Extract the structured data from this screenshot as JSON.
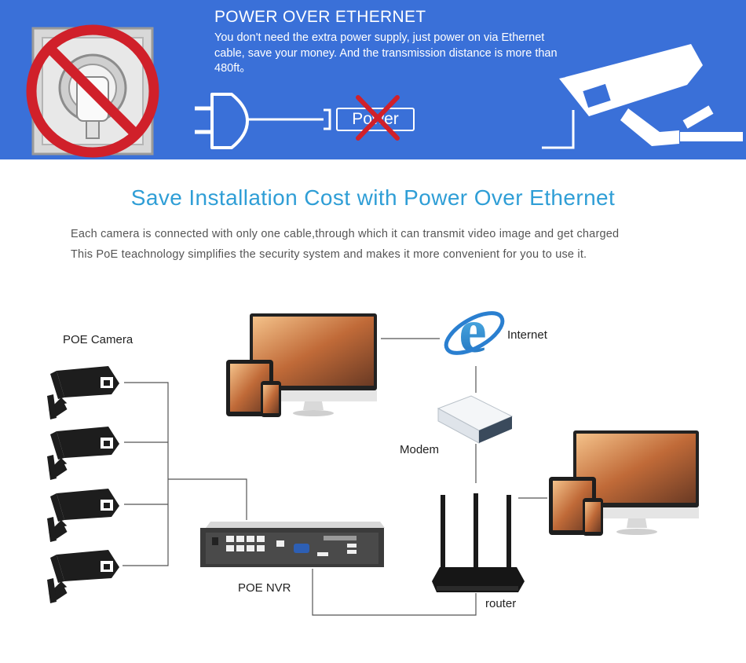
{
  "banner": {
    "title": "POWER OVER ETHERNET",
    "text": "You don't need the extra power supply, just power on via Ethernet cable, save your money. And the transmission distance is more than 480ft。",
    "power_label": "Power",
    "colors": {
      "background": "#3a70d8",
      "no_sign": "#d0202a",
      "cross": "#d0202a"
    },
    "icons": [
      "no-power-plug-icon",
      "plug-icon",
      "cross-icon",
      "security-camera-icon"
    ]
  },
  "heading": {
    "title": "Save Installation Cost with Power Over Ethernet",
    "line1": "Each camera is connected with only one cable,through which it can transmit video image and get charged",
    "line2": "This PoE teachnology simplifies the security system and makes it more convenient for you to use it.",
    "color": "#2f9ed6"
  },
  "diagram": {
    "poe_camera": "POE Camera",
    "internet": "Internet",
    "modem": "Modem",
    "poe_nvr": "POE NVR",
    "router": "router",
    "icons": [
      "camera-icon",
      "monitor-icon",
      "tablet-icon",
      "phone-icon",
      "internet-explorer-icon",
      "modem-icon",
      "router-icon",
      "nvr-icon"
    ]
  }
}
